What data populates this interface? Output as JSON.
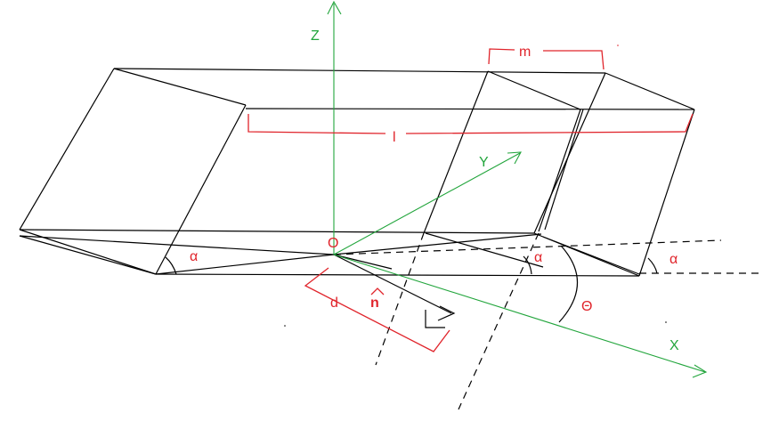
{
  "labels": {
    "z": "Z",
    "y": "Y",
    "x": "X",
    "origin": "O",
    "l": "l",
    "m": "m",
    "d": "d",
    "n_hat": "n",
    "n_hat_accent": "^",
    "alpha": "α",
    "theta": "Θ"
  },
  "colors": {
    "geometry": "#000000",
    "dimension": "#e0242b",
    "axis": "#22a53c"
  }
}
